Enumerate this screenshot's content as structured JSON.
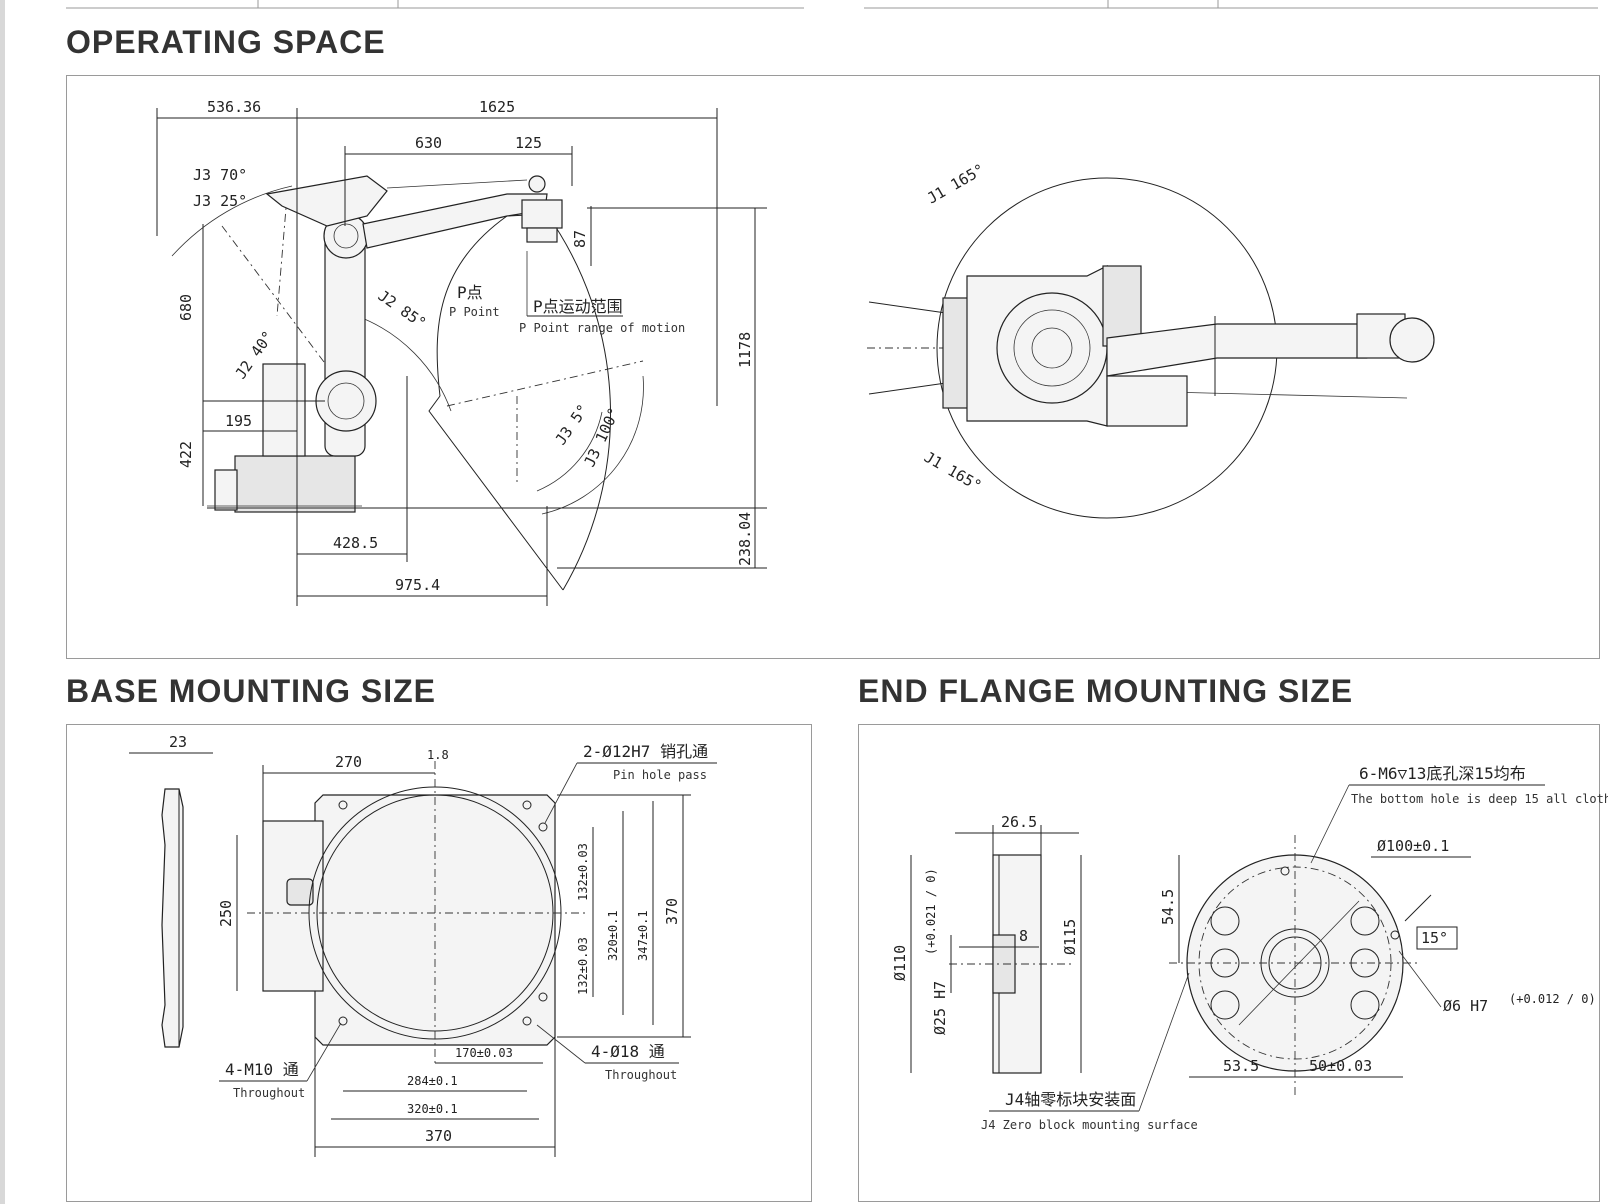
{
  "sections": {
    "operating_space": "OPERATING SPACE",
    "base_mounting": "BASE MOUNTING SIZE",
    "end_flange": "END FLANGE MOUNTING SIZE"
  },
  "operating": {
    "dims": {
      "d536": "536.36",
      "d1625": "1625",
      "d630": "630",
      "d125": "125",
      "d87": "87",
      "d680": "680",
      "d422": "422",
      "d195": "195",
      "d1178": "1178",
      "d238": "238.04",
      "d428": "428.5",
      "d975": "975.4"
    },
    "angles": {
      "j3_70": "J3 70°",
      "j3_25": "J3 25°",
      "j2_85": "J2 85°",
      "j2_40": "J2 40°",
      "j3_5": "J3 5°",
      "j3_100": "J3 100°",
      "j1_165_top": "J1 165°",
      "j1_165_bottom": "J1 165°"
    },
    "labels": {
      "p_cn": "P点",
      "p_en": "P Point",
      "range_cn": "P点运动范围",
      "range_en": "P Point range of motion"
    }
  },
  "base": {
    "dims": {
      "d23": "23",
      "d270": "270",
      "d1_8": "1.8",
      "d250": "250",
      "d132a": "132±0.03",
      "d132b": "132±0.03",
      "d320v": "320±0.1",
      "d347": "347±0.1",
      "d370v": "370",
      "d170": "170±0.03",
      "d284": "284±0.1",
      "d320h": "320±0.1",
      "d370h": "370"
    },
    "notes": {
      "pin_cn": "2-Ø12H7 销孔通",
      "pin_en": "Pin hole pass",
      "m10_cn": "4-M10 通",
      "m10_en": "Throughout",
      "d18_cn": "4-Ø18 通",
      "d18_en": "Throughout"
    }
  },
  "flange": {
    "dims": {
      "d26": "26.5",
      "d110": "Ø110",
      "d25": "Ø25 H7",
      "d25tol": "(+0.021 / 0)",
      "d8": "8",
      "d115": "Ø115",
      "d54": "54.5",
      "d100": "Ø100±0.1",
      "d15deg": "15°",
      "d53": "53.5",
      "d50": "50±0.03",
      "d6": "Ø6 H7",
      "d6tol": "(+0.012 / 0)"
    },
    "notes": {
      "m6_cn": "6-M6▽13底孔深15均布",
      "m6_en": "The bottom hole is deep 15 all cloth",
      "j4_cn": "J4轴零标块安装面",
      "j4_en": "J4 Zero block mounting surface"
    }
  }
}
